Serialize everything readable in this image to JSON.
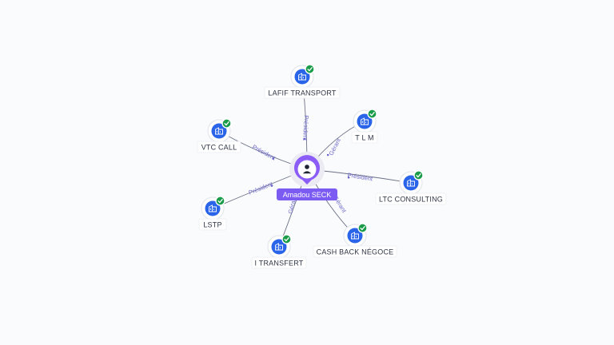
{
  "center": {
    "label": "Amadou SECK",
    "icon": "person-icon"
  },
  "companies": [
    {
      "id": "lafif",
      "label": "LAFIF TRANSPORT",
      "relation": "Président",
      "verified": true,
      "icon": "building-icon"
    },
    {
      "id": "tlm",
      "label": "T L M",
      "relation": "Gérant",
      "verified": true,
      "icon": "building-icon"
    },
    {
      "id": "ltc",
      "label": "LTC CONSULTING",
      "relation": "Président",
      "verified": true,
      "icon": "building-icon"
    },
    {
      "id": "cashback",
      "label": "CASH BACK NÉGOCE",
      "relation": "Gérant",
      "verified": true,
      "icon": "building-icon"
    },
    {
      "id": "itransfert",
      "label": "I TRANSFERT",
      "relation": "Gérant",
      "verified": true,
      "icon": "building-icon"
    },
    {
      "id": "lstp",
      "label": "LSTP",
      "relation": "Président",
      "verified": true,
      "icon": "building-icon"
    },
    {
      "id": "vtc",
      "label": "VTC CALL",
      "relation": "Président",
      "verified": true,
      "icon": "building-icon"
    }
  ],
  "colors": {
    "accent": "#8b5cf6",
    "node": "#2a64e8",
    "verified": "#1a9c4a",
    "edge_label": "#6d68c9"
  }
}
